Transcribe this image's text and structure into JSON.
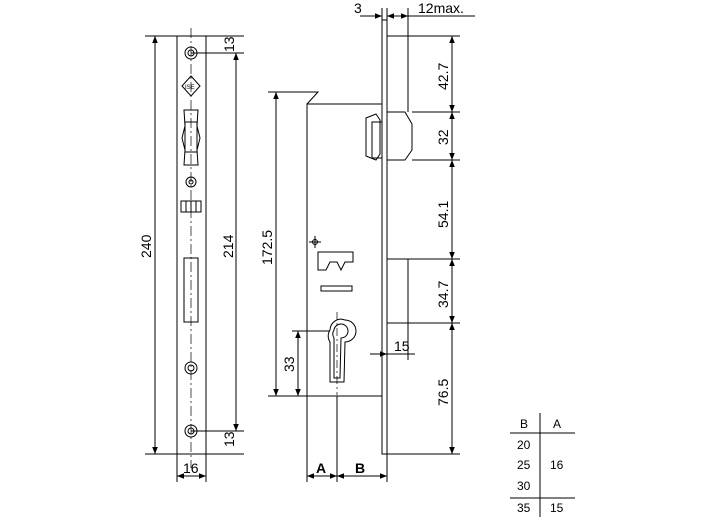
{
  "front_view": {
    "overall_height": "240",
    "hole_to_hole": "214",
    "top_offset": "13",
    "bottom_offset": "13",
    "faceplate_width": "16"
  },
  "side_view": {
    "plate_thickness": "3",
    "max_projection": "12max.",
    "dim_top": "42.7",
    "dim_latch": "32",
    "dim_middle": "54.1",
    "dim_bolt": "34.7",
    "dim_bottom": "76.5",
    "dim_bolt_throw": "15",
    "dim_lock_height": "172.5",
    "dim_cylinder": "33",
    "label_a": "A",
    "label_b": "B"
  },
  "table": {
    "headers": [
      "B",
      "A"
    ],
    "b_values": [
      "20",
      "25",
      "30",
      "35"
    ],
    "a_group_value": "16",
    "a_last_value": "15"
  }
}
